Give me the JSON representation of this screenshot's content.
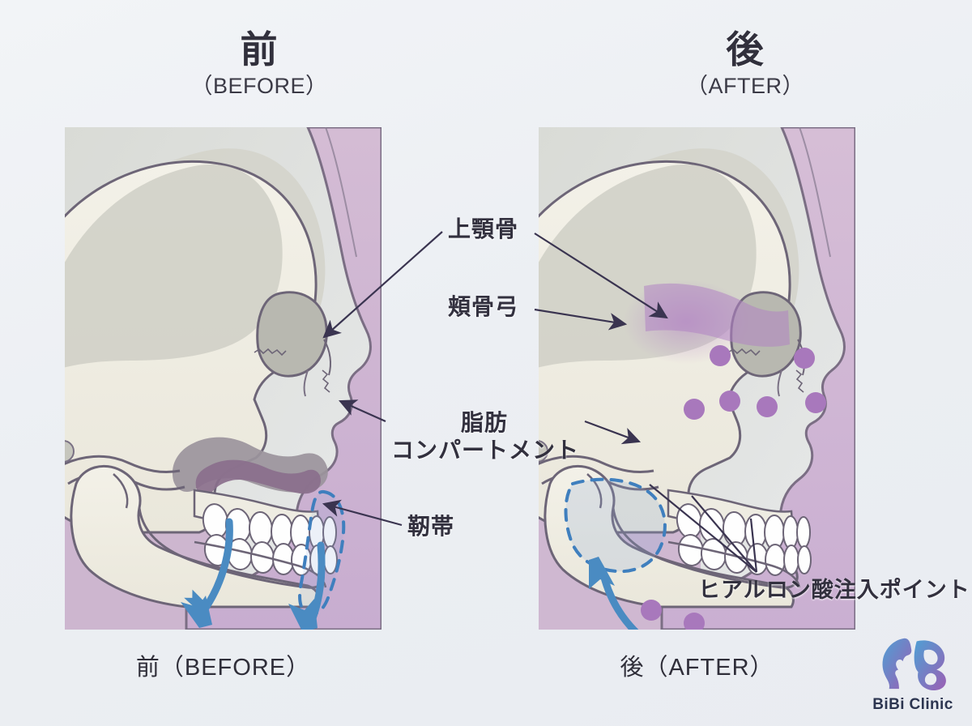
{
  "headings": {
    "before": {
      "kanji": "前",
      "roman": "（BEFORE）"
    },
    "after": {
      "kanji": "後",
      "roman": "（AFTER）"
    }
  },
  "captions": {
    "before": "前（BEFORE）",
    "after": "後（AFTER）"
  },
  "annotations": {
    "maxilla": "上顎骨",
    "zygomatic_arch": "頬骨弓",
    "fat_compartment_line1": "脂肪",
    "fat_compartment_line2": "コンパートメント",
    "ligament": "靭帯",
    "injection_points": "ヒアルロン酸注入ポイント"
  },
  "logo": {
    "wordmark": "BiBi Clinic",
    "mark_name": "female-profile-b-monogram"
  },
  "colors": {
    "background": "#eceff3",
    "bone": "#f0eee4",
    "bone_shadow": "#d9d7cd",
    "bone_outline": "#6d6577",
    "soft_tissue": "#cdb4cd",
    "soft_tissue_light": "#dcc8dd",
    "atrophy_dark": "#8a6f8c",
    "atrophy_mid": "#9a939b",
    "injection_dot": "#a878bc",
    "arrow_blue": "#4a8bc2",
    "dashed_blue": "#3f7fbe",
    "leader_line": "#3a3450",
    "text": "#32303e",
    "logo_gradient_start": "#4f9fd4",
    "logo_gradient_end": "#9b5fb4"
  },
  "diagram": {
    "type": "before-after-anatomical-illustration",
    "subject": "lateral skull with soft tissue profile",
    "before_panel": {
      "features": [
        "bone atrophy at maxilla and zygomatic region shown as dark purple-grey shading",
        "two blue arrows pointing downward indicating soft tissue descent / sagging",
        "dashed blue outline of descended fat compartment near the cheek",
        "drooping jowl contour of the soft tissue profile"
      ],
      "arrow_direction": "downward",
      "injection_dot_count": 0
    },
    "after_panel": {
      "features": [
        "restored maxilla and zygomatic arch volume shown in purple highlight",
        "one blue arrow curving upward indicating lifting effect",
        "dashed blue outline of repositioned fat compartment higher on the face",
        "purple dots marking hyaluronic acid injection points"
      ],
      "arrow_direction": "upward",
      "injection_dot_count": 9,
      "injection_dot_regions": [
        "zygomatic",
        "midface",
        "pre-auricular",
        "mandibular border",
        "chin"
      ]
    }
  }
}
